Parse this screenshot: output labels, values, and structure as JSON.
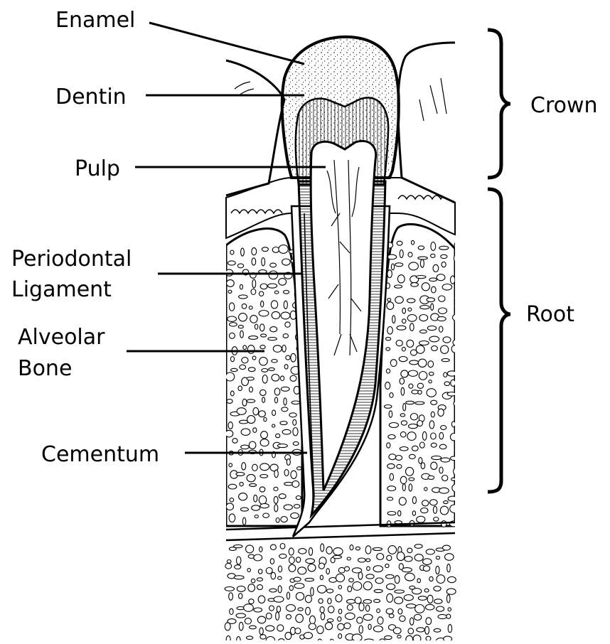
{
  "diagram": {
    "labels": {
      "enamel": "Enamel",
      "dentin": "Dentin",
      "pulp": "Pulp",
      "periodontal_line1": "Periodontal",
      "periodontal_line2": "Ligament",
      "alveolar_line1": "Alveolar",
      "alveolar_line2": "Bone",
      "cementum": "Cementum",
      "crown": "Crown",
      "root": "Root"
    },
    "colors": {
      "ink": "#000000",
      "background": "#ffffff"
    }
  }
}
